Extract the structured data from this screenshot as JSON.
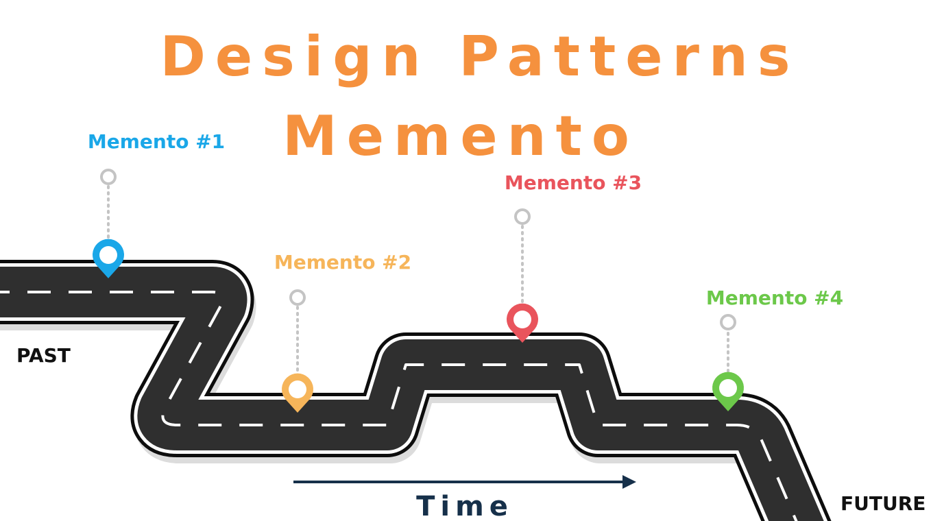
{
  "title": {
    "line1": "Design Patterns",
    "line2": "Memento"
  },
  "labels": {
    "past": "PAST",
    "future": "FUTURE",
    "time": "Time"
  },
  "mementos": [
    {
      "label": "Memento #1",
      "color": "#1aa7e8"
    },
    {
      "label": "Memento #2",
      "color": "#f6b55a"
    },
    {
      "label": "Memento #3",
      "color": "#e9545c"
    },
    {
      "label": "Memento #4",
      "color": "#6cc84a"
    }
  ],
  "colors": {
    "title": "#f5913e",
    "road": "#2f2f2f",
    "road_edge": "#0d0d0d",
    "lane": "#ffffff",
    "stem": "#c4c4c4",
    "time_arrow": "#16304a"
  }
}
